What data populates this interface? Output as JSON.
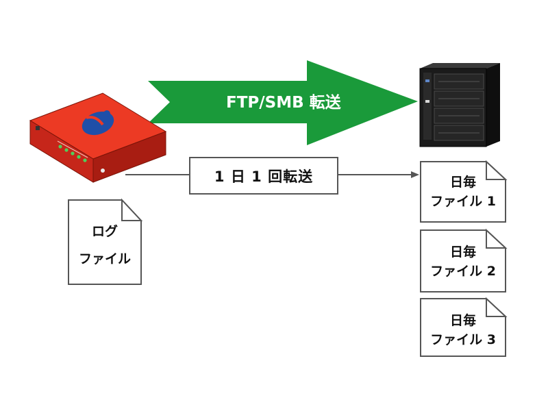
{
  "transfer_arrow": {
    "label": "FTP/SMB 転送",
    "color": "#1a9a3a"
  },
  "daily_transfer": {
    "label": "1 日 1 回転送"
  },
  "source_doc": {
    "line1": "ログ",
    "line2": "ファイル"
  },
  "daily_docs": [
    {
      "line1": "日毎",
      "line2": "ファイル 1"
    },
    {
      "line1": "日毎",
      "line2": "ファイル 2"
    },
    {
      "line1": "日毎",
      "line2": "ファイル 3"
    }
  ],
  "colors": {
    "router_body": "#e0301e",
    "nas_body": "#1b1b1b",
    "connector_line": "#555555"
  },
  "icons": {
    "router": "router-device-icon",
    "nas": "nas-storage-icon",
    "document": "document-icon"
  }
}
